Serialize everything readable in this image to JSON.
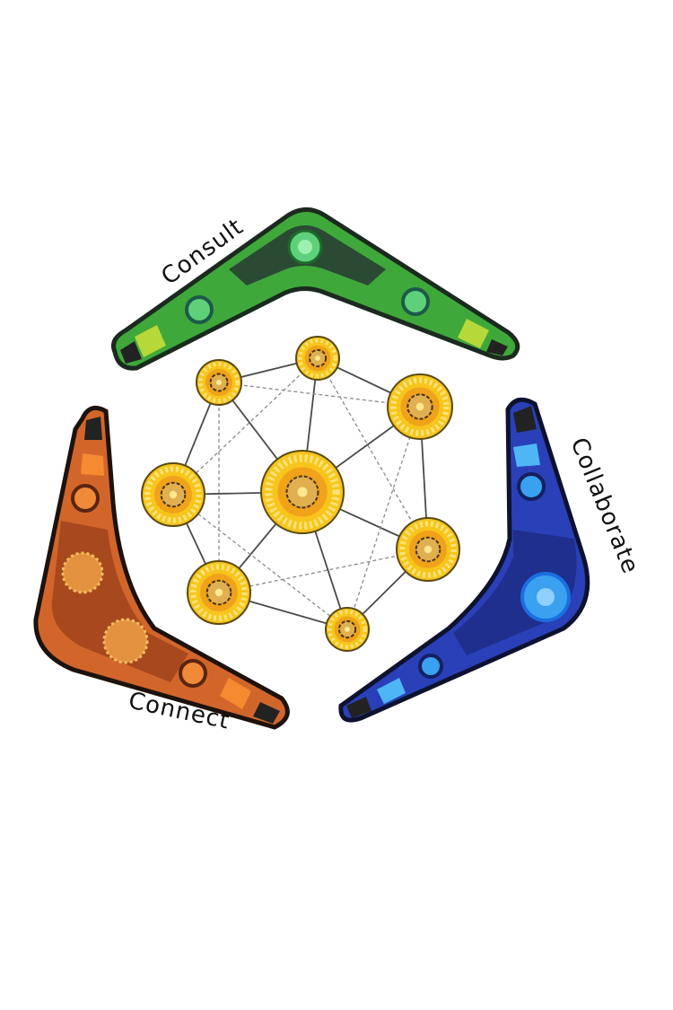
{
  "labels": {
    "consult": "Consult",
    "collaborate": "Collaborate",
    "connect": "Connect"
  },
  "colors": {
    "green": "#3fa83a",
    "green_dark": "#2b4a34",
    "orange": "#d2662a",
    "orange_dark": "#7a3418",
    "blue": "#2a40b8",
    "blue_dark": "#1a2466",
    "node_fill": "#f7c51b",
    "node_inner": "#f0a21a"
  }
}
